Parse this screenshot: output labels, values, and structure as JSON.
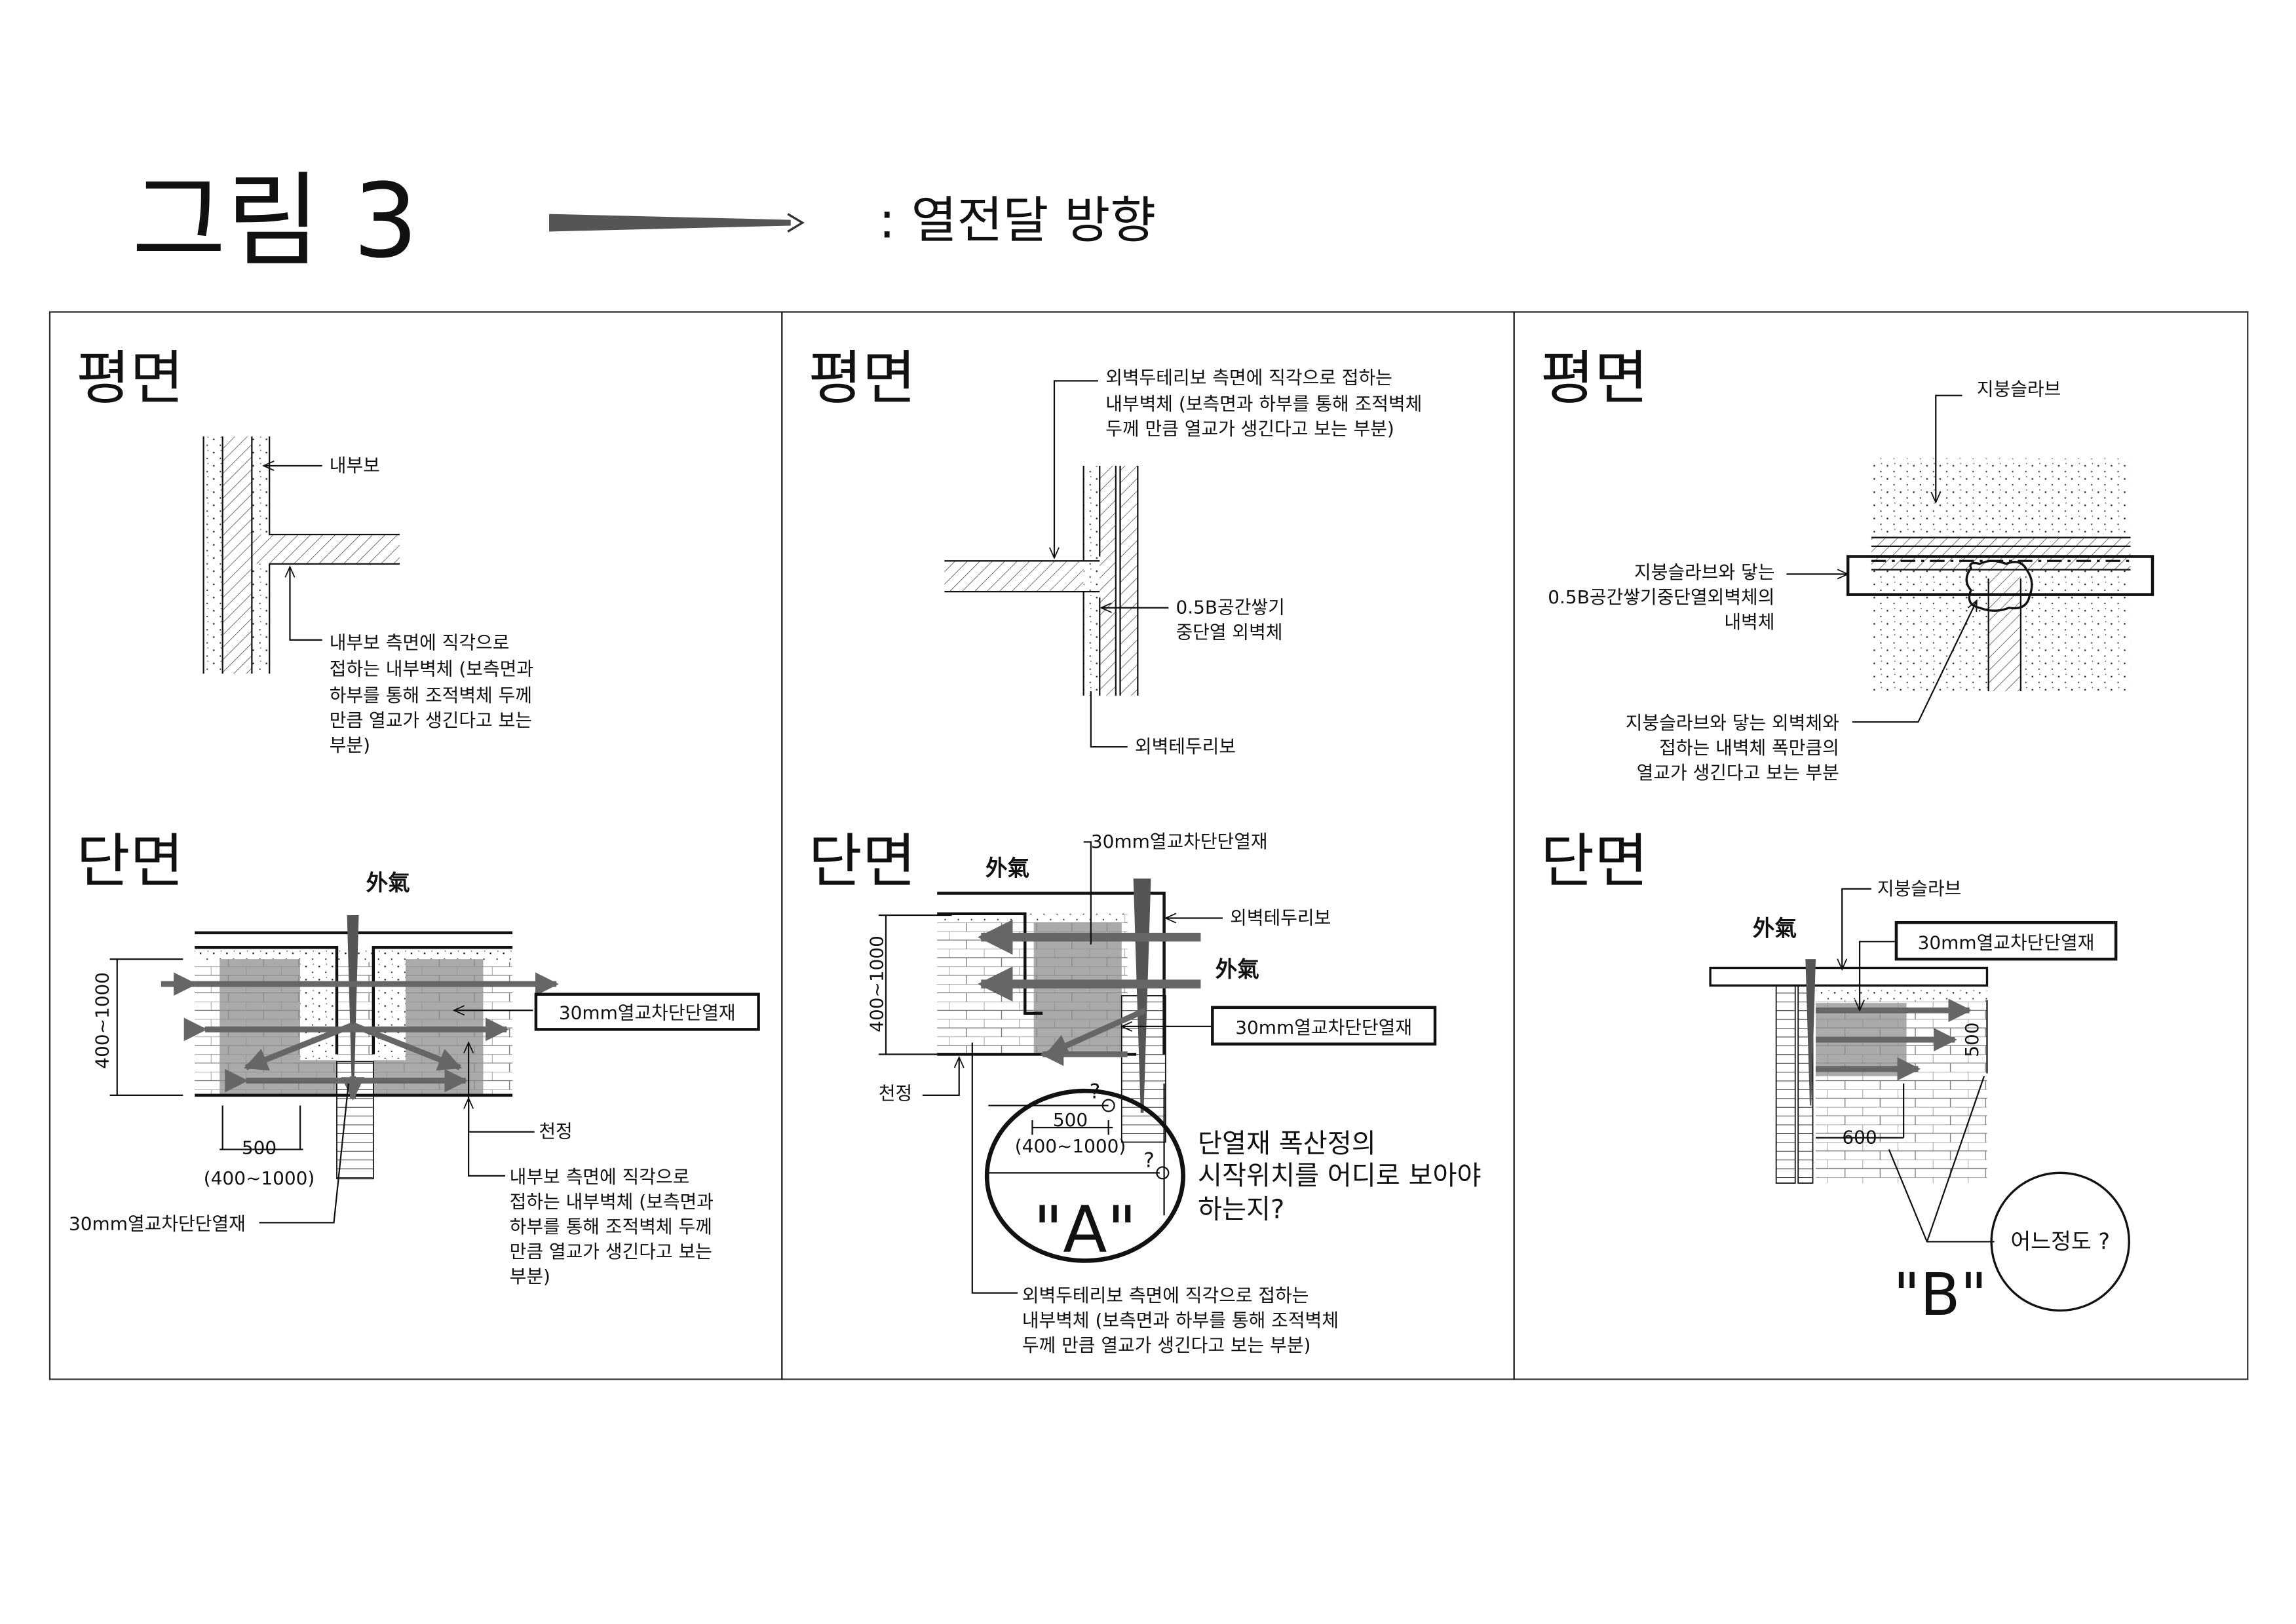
{
  "header": {
    "figure_title": "그림 3",
    "legend_label": ":  열전달 방향",
    "legend_arrow_icon": "heat-flow-arrow"
  },
  "panels": [
    {
      "plan_heading": "평면",
      "section_heading": "단면",
      "plan_labels": {
        "beam": "내부보",
        "note": [
          "내부보 측면에 직각으로",
          "접하는 내부벽체 (보측면과",
          "하부를 통해 조적벽체 두께",
          "만큼 열교가 생긴다고 보는",
          "부분)"
        ]
      },
      "section_labels": {
        "outside_air": "外氣",
        "insulation_box": "30mm열교차단단열재",
        "ceiling": "천정",
        "dim_height": "400~1000",
        "dim_width": "500",
        "dim_width_range": "(400~1000)",
        "insulation_left": "30mm열교차단단열재",
        "note": [
          "내부보 측면에 직각으로",
          "접하는 내부벽체 (보측면과",
          "하부를 통해 조적벽체 두께",
          "만큼 열교가 생긴다고 보는",
          "부분)"
        ]
      }
    },
    {
      "plan_heading": "평면",
      "section_heading": "단면",
      "plan_labels": {
        "note": [
          "외벽두테리보 측면에 직각으로 접하는",
          "내부벽체 (보측면과 하부를 통해 조적벽체",
          "두께 만큼 열교가 생긴다고 보는 부분)"
        ],
        "wall": [
          "0.5B공간쌓기",
          "중단열 외벽체"
        ],
        "ring_beam": "외벽테두리보"
      },
      "section_labels": {
        "insulation_top": "30mm열교차단단열재",
        "outside_air_1": "外氣",
        "ring_beam": "외벽테두리보",
        "outside_air_2": "外氣",
        "insulation_box": "30mm열교차단단열재",
        "dim_height": "400~1000",
        "ceiling": "천정",
        "question_1": "?",
        "question_2": "?",
        "dim_width": "500",
        "dim_width_range": "(400~1000)",
        "callout": "\"A\"",
        "question_text": [
          "단열재 폭산정의",
          "시작위치를 어디로 보아야",
          "하는지?"
        ],
        "note": [
          "외벽두테리보 측면에 직각으로 접하는",
          "내부벽체 (보측면과 하부를 통해 조적벽체",
          "두께 만큼 열교가 생긴다고 보는 부분)"
        ]
      }
    },
    {
      "plan_heading": "평면",
      "section_heading": "단면",
      "plan_labels": {
        "roof_slab": "지붕슬라브",
        "inner_wall": [
          "지붕슬라브와 닿는",
          "0.5B공간쌓기중단열외벽체의",
          "내벽체"
        ],
        "note": [
          "지붕슬라브와 닿는 외벽체와",
          "접하는 내벽체 폭만큼의",
          "열교가 생긴다고 보는 부분"
        ]
      },
      "section_labels": {
        "roof_slab": "지붕슬라브",
        "outside_air": "外氣",
        "insulation_box": "30mm열교차단단열재",
        "dim_height": "500",
        "dim_width": "600",
        "question": "어느정도 ?",
        "callout": "\"B\""
      }
    }
  ]
}
